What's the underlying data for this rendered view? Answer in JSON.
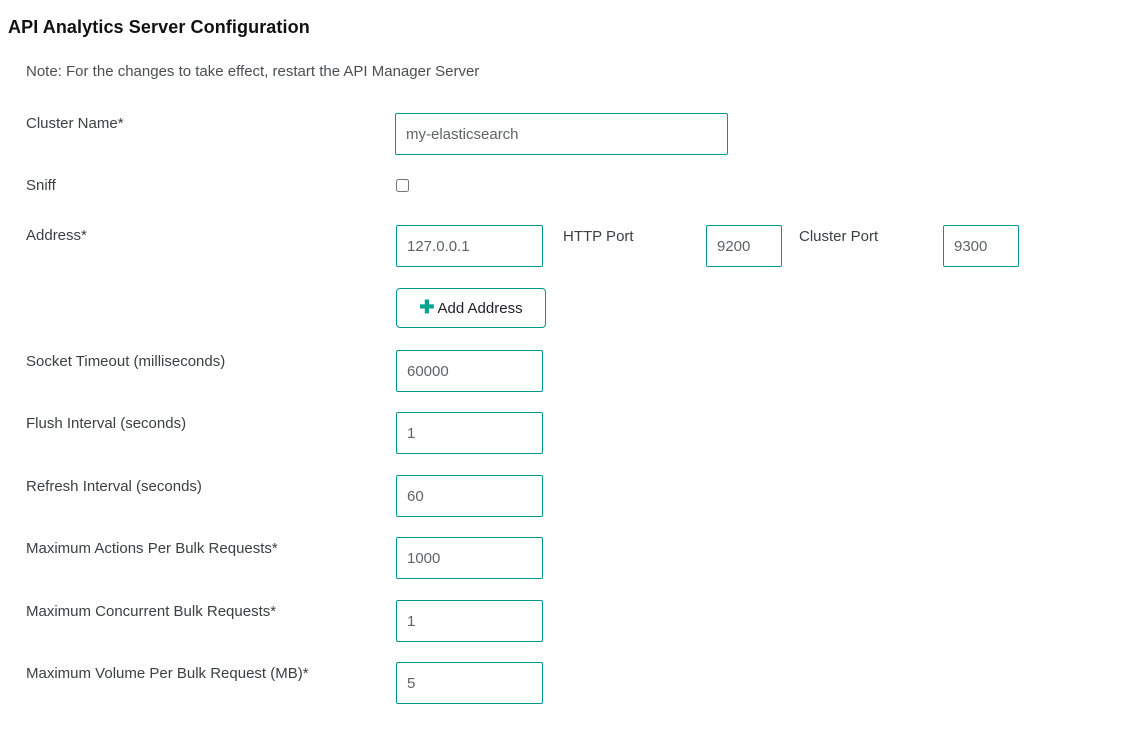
{
  "page": {
    "title": "API Analytics Server Configuration",
    "note": "Note: For the changes to take effect, restart the API Manager Server"
  },
  "theme": {
    "accent": "#009a8c",
    "plus_icon": "#00a38f",
    "label_color": "#3c4043",
    "value_color": "#5f6368",
    "background": "#ffffff"
  },
  "form": {
    "cluster_name": {
      "label": "Cluster Name*",
      "value": "my-elasticsearch",
      "placeholder": ""
    },
    "sniff": {
      "label": "Sniff",
      "checked": false
    },
    "address": {
      "label": "Address*",
      "value": "127.0.0.1",
      "placeholder": "",
      "http_port_label": "HTTP Port",
      "http_port_value": "9200",
      "cluster_port_label": "Cluster Port",
      "cluster_port_value": "9300",
      "add_button_label": "Add Address",
      "add_button_icon": "plus-icon"
    },
    "socket_timeout": {
      "label": "Socket Timeout (milliseconds)",
      "value": "60000"
    },
    "flush_interval": {
      "label": "Flush Interval (seconds)",
      "value": "1"
    },
    "refresh_interval": {
      "label": "Refresh Interval (seconds)",
      "value": "60"
    },
    "max_actions_per_bulk": {
      "label": "Maximum Actions Per Bulk Requests*",
      "value": "1000"
    },
    "max_concurrent_bulk": {
      "label": "Maximum Concurrent Bulk Requests*",
      "value": "1"
    },
    "max_volume_per_bulk": {
      "label": "Maximum Volume Per Bulk Request (MB)*",
      "value": "5"
    }
  }
}
